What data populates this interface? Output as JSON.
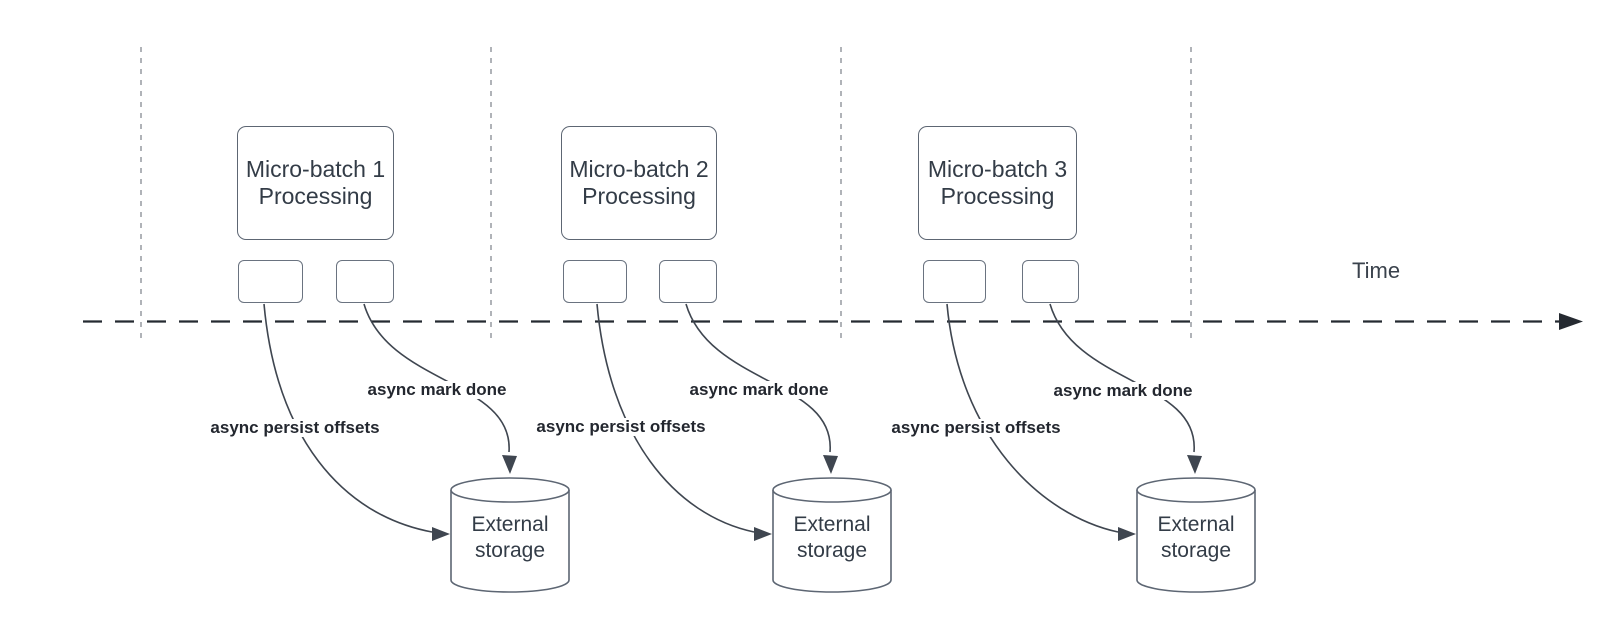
{
  "diagram": {
    "time_label": "Time",
    "colors": {
      "background": "#ffffff",
      "shape_stroke": "#5d6673",
      "shape_text": "#333c47",
      "async_label_text": "#23272f",
      "timeline": "#252a31",
      "guide_line": "#a8abb0",
      "arrow": "#3f4650"
    },
    "sections": [
      {
        "title_line1": "Micro-batch 1",
        "title_line2": "Processing",
        "persist_label": "async persist offsets",
        "mark_label": "async mark done",
        "storage_line1": "External",
        "storage_line2": "storage"
      },
      {
        "title_line1": "Micro-batch 2",
        "title_line2": "Processing",
        "persist_label": "async persist offsets",
        "mark_label": "async mark done",
        "storage_line1": "External",
        "storage_line2": "storage"
      },
      {
        "title_line1": "Micro-batch 3",
        "title_line2": "Processing",
        "persist_label": "async persist offsets",
        "mark_label": "async mark done",
        "storage_line1": "External",
        "storage_line2": "storage"
      }
    ]
  }
}
